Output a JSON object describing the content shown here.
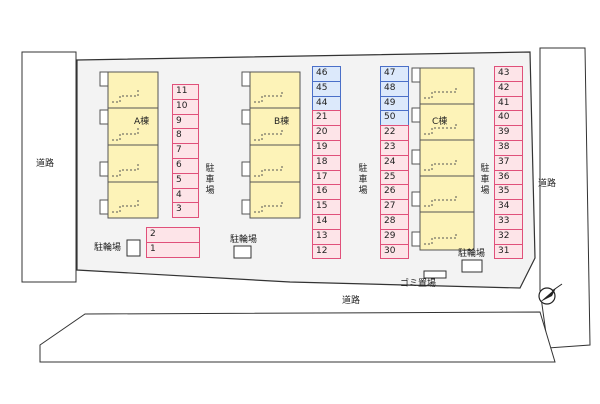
{
  "labels": {
    "road_left": "道路",
    "road_right": "道路",
    "road_bottom": "道路",
    "parking_a": "駐車場",
    "parking_b": "駐車場",
    "parking_c": "駐車場",
    "bike_a": "駐輪場",
    "bike_b": "駐輪場",
    "bike_c": "駐輪場",
    "garbage": "ゴミ置場"
  },
  "buildings": [
    {
      "id": "A",
      "label": "A棟"
    },
    {
      "id": "B",
      "label": "B棟"
    },
    {
      "id": "C",
      "label": "C棟"
    }
  ],
  "colors": {
    "building_fill": "#fdf3b8",
    "parking_red_fill": "#fde4e8",
    "parking_red_border": "#e0507a",
    "parking_blue_fill": "#dce9fb",
    "parking_blue_border": "#4a6fc8",
    "lot_fill": "#f3f3f3",
    "line": "#333333"
  },
  "parking_columns": [
    {
      "id": "col-a",
      "slots": [
        {
          "n": "11",
          "c": "red"
        },
        {
          "n": "10",
          "c": "red"
        },
        {
          "n": "9",
          "c": "red"
        },
        {
          "n": "8",
          "c": "red"
        },
        {
          "n": "7",
          "c": "red"
        },
        {
          "n": "6",
          "c": "red"
        },
        {
          "n": "5",
          "c": "red"
        },
        {
          "n": "4",
          "c": "red"
        },
        {
          "n": "3",
          "c": "red"
        }
      ]
    },
    {
      "id": "col-a-bottom",
      "slots": [
        {
          "n": "2",
          "c": "red"
        },
        {
          "n": "1",
          "c": "red"
        }
      ]
    },
    {
      "id": "col-b",
      "slots": [
        {
          "n": "46",
          "c": "blue"
        },
        {
          "n": "45",
          "c": "blue"
        },
        {
          "n": "44",
          "c": "blue"
        },
        {
          "n": "21",
          "c": "red"
        },
        {
          "n": "20",
          "c": "red"
        },
        {
          "n": "19",
          "c": "red"
        },
        {
          "n": "18",
          "c": "red"
        },
        {
          "n": "17",
          "c": "red"
        },
        {
          "n": "16",
          "c": "red"
        },
        {
          "n": "15",
          "c": "red"
        },
        {
          "n": "14",
          "c": "red"
        },
        {
          "n": "13",
          "c": "red"
        },
        {
          "n": "12",
          "c": "red"
        }
      ]
    },
    {
      "id": "col-c-left",
      "slots": [
        {
          "n": "47",
          "c": "blue"
        },
        {
          "n": "48",
          "c": "blue"
        },
        {
          "n": "49",
          "c": "blue"
        },
        {
          "n": "50",
          "c": "blue"
        },
        {
          "n": "22",
          "c": "red"
        },
        {
          "n": "23",
          "c": "red"
        },
        {
          "n": "24",
          "c": "red"
        },
        {
          "n": "25",
          "c": "red"
        },
        {
          "n": "26",
          "c": "red"
        },
        {
          "n": "27",
          "c": "red"
        },
        {
          "n": "28",
          "c": "red"
        },
        {
          "n": "29",
          "c": "red"
        },
        {
          "n": "30",
          "c": "red"
        }
      ]
    },
    {
      "id": "col-c-right",
      "slots": [
        {
          "n": "43",
          "c": "red"
        },
        {
          "n": "42",
          "c": "red"
        },
        {
          "n": "41",
          "c": "red"
        },
        {
          "n": "40",
          "c": "red"
        },
        {
          "n": "39",
          "c": "red"
        },
        {
          "n": "38",
          "c": "red"
        },
        {
          "n": "37",
          "c": "red"
        },
        {
          "n": "36",
          "c": "red"
        },
        {
          "n": "35",
          "c": "red"
        },
        {
          "n": "34",
          "c": "red"
        },
        {
          "n": "33",
          "c": "red"
        },
        {
          "n": "32",
          "c": "red"
        },
        {
          "n": "31",
          "c": "red"
        }
      ]
    }
  ],
  "compass_icon": "north-arrow-icon"
}
